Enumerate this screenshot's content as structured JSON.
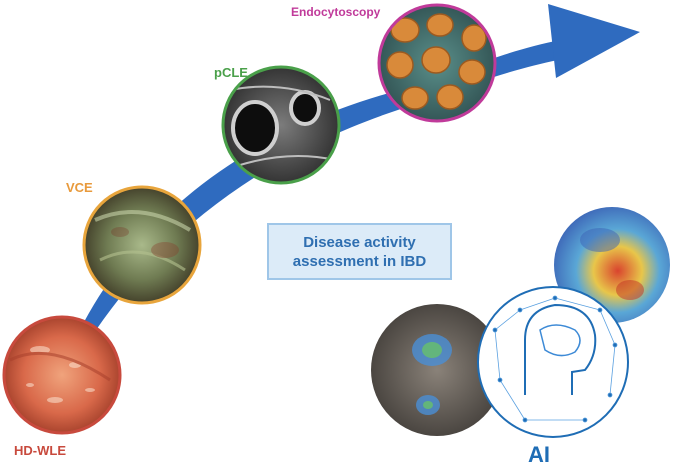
{
  "stages": [
    {
      "id": "hdwle",
      "label": "HD-WLE",
      "color": "#c84a3d"
    },
    {
      "id": "vce",
      "label": "VCE",
      "color": "#e89a3c"
    },
    {
      "id": "pcle",
      "label": "pCLE",
      "color": "#4aa04a"
    },
    {
      "id": "endo",
      "label": "Endocytoscopy",
      "color": "#c03a9a"
    }
  ],
  "center": {
    "line1": "Disease activity",
    "line2": "assessment in IBD"
  },
  "ai": {
    "label": "AI",
    "color": "#1f6db5"
  },
  "arrow_color": "#2f6bbf"
}
